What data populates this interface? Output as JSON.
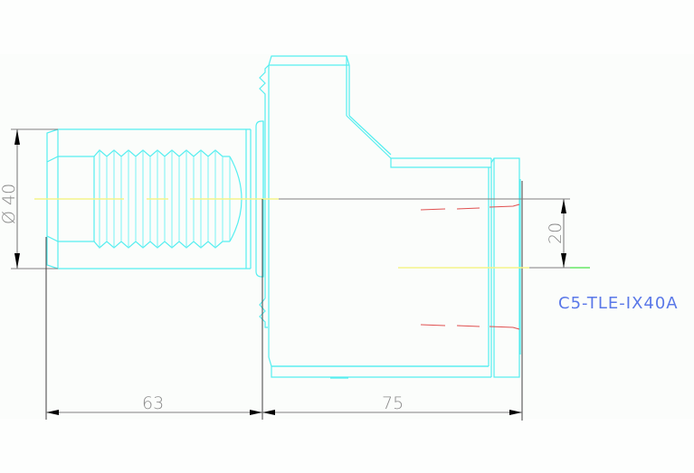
{
  "drawing": {
    "part_label": "C5-TLE-IX40A",
    "dimensions": {
      "diameter": {
        "symbol": "Ø",
        "value": "40",
        "text": "Ø 40"
      },
      "offset": {
        "value": "20"
      },
      "length_left": {
        "value": "63"
      },
      "length_right": {
        "value": "75"
      }
    },
    "colors": {
      "geometry": "#55eef0",
      "dimension": "#808080",
      "centerline": "#f4f48a",
      "hidden_line": "#e05050",
      "label": "#5a78e8",
      "green_line": "#66e866",
      "background": "#fdfefd"
    }
  }
}
